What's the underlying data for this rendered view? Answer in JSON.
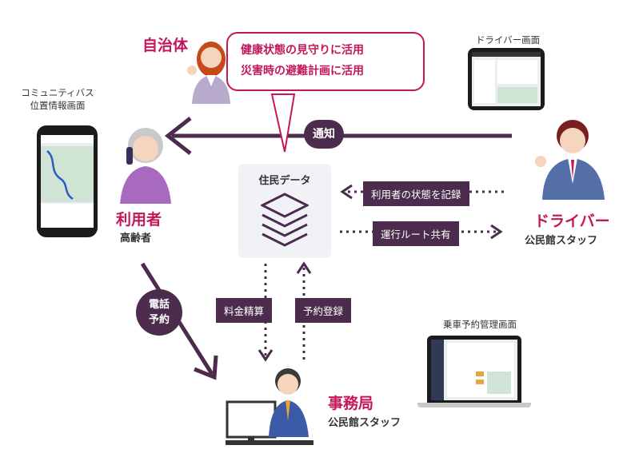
{
  "municipality": {
    "label": "自治体",
    "bubble_line1": "健康状態の見守りに活用",
    "bubble_line2": "災害時の避難計画に活用"
  },
  "user_app_caption": {
    "line1": "コミュニティバス",
    "line2": "位置情報画面"
  },
  "user": {
    "label": "利用者",
    "sub": "高齢者"
  },
  "driver_app_caption": "ドライバー画面",
  "driver": {
    "label": "ドライバー",
    "sub": "公民館スタッフ"
  },
  "notice_label": "通知",
  "resident_data_label": "住民データ",
  "record_status_label": "利用者の状態を記録",
  "share_route_label": "運行ルート共有",
  "phone_booking_label_1": "電話",
  "phone_booking_label_2": "予約",
  "fare_settlement_label": "料金精算",
  "reservation_label": "予約登録",
  "office": {
    "label": "事務局",
    "sub": "公民館スタッフ"
  },
  "booking_screen_caption": "乗車予約管理画面",
  "colors": {
    "accent": "#c2185b",
    "dark_tag": "#4b2c4d",
    "arrow": "#4b2c4d",
    "panel": "#f1f2f5"
  }
}
